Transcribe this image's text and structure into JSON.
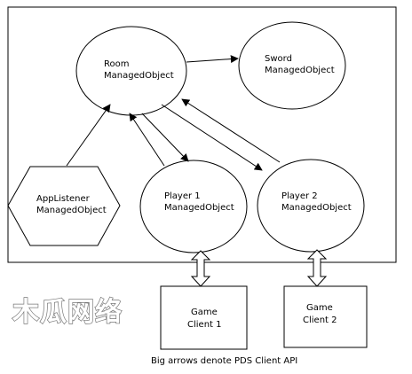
{
  "nodes": {
    "room": {
      "line1": "Room",
      "line2": "ManagedObject"
    },
    "sword": {
      "line1": "Sword",
      "line2": "ManagedObject"
    },
    "listener": {
      "line1": "AppListener",
      "line2": "ManagedObject"
    },
    "player1": {
      "line1": "Player 1",
      "line2": "ManagedObject"
    },
    "player2": {
      "line1": "Player 2",
      "line2": "ManagedObject"
    },
    "client1": {
      "line1": "Game",
      "line2": "Client 1"
    },
    "client2": {
      "line1": "Game",
      "line2": "Client 2"
    }
  },
  "caption": "Big arrows denote PDS Client API",
  "watermark": "木瓜网络"
}
